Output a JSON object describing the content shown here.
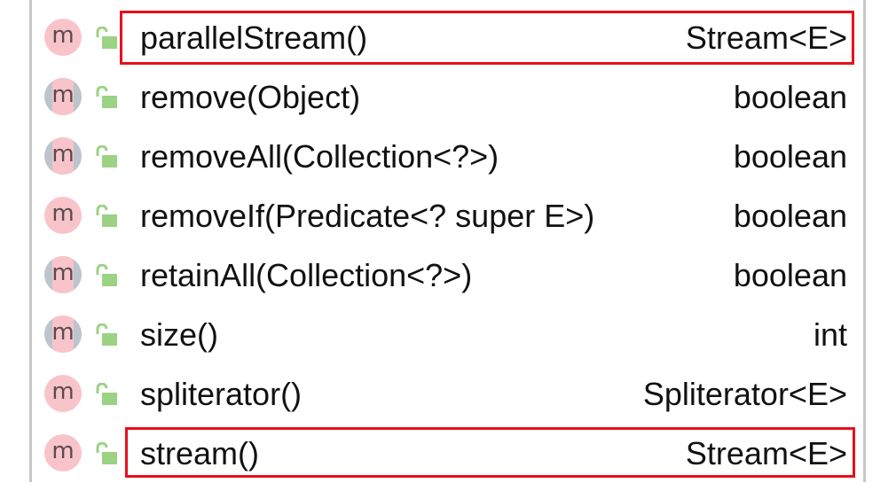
{
  "completion_list": {
    "items": [
      {
        "name": "parallelStream()",
        "type": "Stream<E>",
        "icon": "method-icon",
        "abstract": false,
        "highlighted": true
      },
      {
        "name": "remove(Object)",
        "type": "boolean",
        "icon": "abstract-method-icon",
        "abstract": true,
        "highlighted": false
      },
      {
        "name": "removeAll(Collection<?>)",
        "type": "boolean",
        "icon": "abstract-method-icon",
        "abstract": true,
        "highlighted": false
      },
      {
        "name": "removeIf(Predicate<? super E>)",
        "type": "boolean",
        "icon": "method-icon",
        "abstract": false,
        "highlighted": false
      },
      {
        "name": "retainAll(Collection<?>)",
        "type": "boolean",
        "icon": "abstract-method-icon",
        "abstract": true,
        "highlighted": false
      },
      {
        "name": "size()",
        "type": "int",
        "icon": "abstract-method-icon",
        "abstract": true,
        "highlighted": false
      },
      {
        "name": "spliterator()",
        "type": "Spliterator<E>",
        "icon": "method-icon",
        "abstract": false,
        "highlighted": false
      },
      {
        "name": "stream()",
        "type": "Stream<E>",
        "icon": "method-icon",
        "abstract": false,
        "highlighted": true
      }
    ],
    "icon_letter": "m",
    "visibility_icon": "public-unlocked-icon"
  },
  "colors": {
    "method_icon_bg": "#f8c4ca",
    "abstract_icon_side": "#bcc4cc",
    "lock_green": "#9bd284",
    "highlight_red": "#e8101e",
    "border_gray": "#c8c8c8",
    "text": "#111111"
  }
}
